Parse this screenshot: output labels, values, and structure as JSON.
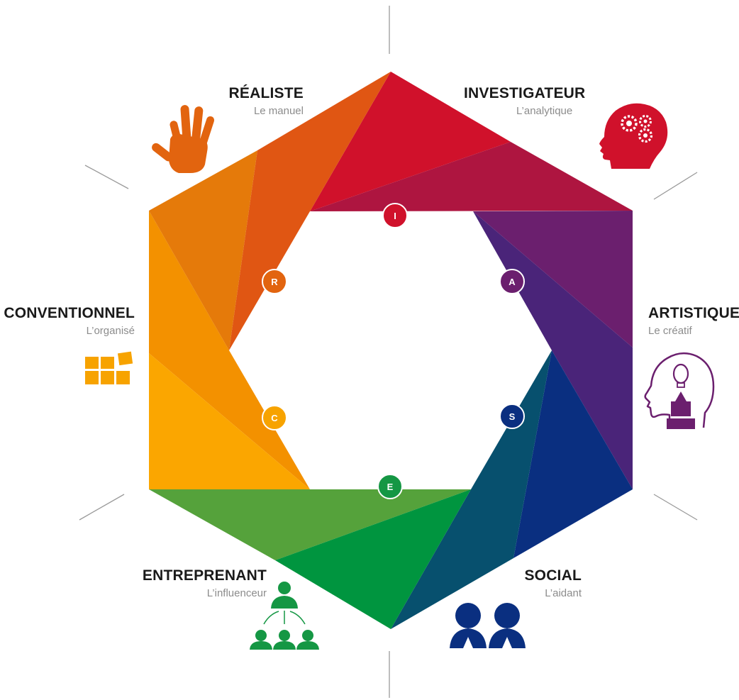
{
  "types": [
    {
      "key": "realiste",
      "letter": "R",
      "title": "RÉALISTE",
      "subtitle": "Le manuel",
      "icon": "hand-icon",
      "color": "#E2640F"
    },
    {
      "key": "investigateur",
      "letter": "I",
      "title": "INVESTIGATEUR",
      "subtitle": "L’analytique",
      "icon": "head-gears-icon",
      "color": "#D0112B"
    },
    {
      "key": "artistique",
      "letter": "A",
      "title": "ARTISTIQUE",
      "subtitle": "Le créatif",
      "icon": "head-lightbulb-pencil-icon",
      "color": "#6B1F6E"
    },
    {
      "key": "social",
      "letter": "S",
      "title": "SOCIAL",
      "subtitle": "L’aidant",
      "icon": "two-people-icon",
      "color": "#0A2F80"
    },
    {
      "key": "entreprenant",
      "letter": "E",
      "title": "ENTREPRENANT",
      "subtitle": "L’influenceur",
      "icon": "org-chart-people-icon",
      "color": "#159744"
    },
    {
      "key": "conventionnel",
      "letter": "C",
      "title": "CONVENTIONNEL",
      "subtitle": "L’organisé",
      "icon": "blocks-grid-icon",
      "color": "#F7A300"
    }
  ]
}
